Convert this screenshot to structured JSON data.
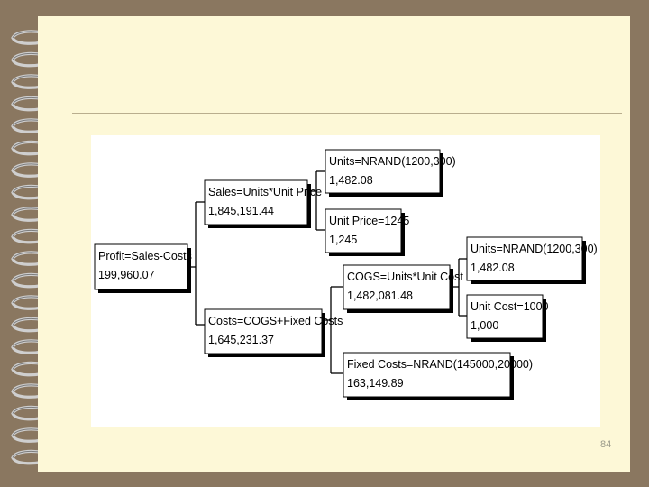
{
  "slide": {
    "page_number": "84"
  },
  "tree": {
    "nodes": [
      {
        "id": "profit",
        "formula": "Profit=Sales-Costs",
        "value": "199,960.07"
      },
      {
        "id": "sales",
        "formula": "Sales=Units*Unit Price",
        "value": "1,845,191.44"
      },
      {
        "id": "costs",
        "formula": "Costs=COGS+Fixed Costs",
        "value": "1,645,231.37"
      },
      {
        "id": "units1",
        "formula": "Units=NRAND(1200,300)",
        "value": "1,482.08"
      },
      {
        "id": "unitprice",
        "formula": "Unit Price=1245",
        "value": "1,245"
      },
      {
        "id": "cogs",
        "formula": "COGS=Units*Unit Cost",
        "value": "1,482,081.48"
      },
      {
        "id": "fixedcosts",
        "formula": "Fixed Costs=NRAND(145000,20000)",
        "value": "163,149.89"
      },
      {
        "id": "units2",
        "formula": "Units=NRAND(1200,300)",
        "value": "1,482.08"
      },
      {
        "id": "unitcost",
        "formula": "Unit Cost=1000",
        "value": "1,000"
      }
    ],
    "edges": [
      [
        "profit",
        "sales"
      ],
      [
        "profit",
        "costs"
      ],
      [
        "sales",
        "units1"
      ],
      [
        "sales",
        "unitprice"
      ],
      [
        "costs",
        "cogs"
      ],
      [
        "costs",
        "fixedcosts"
      ],
      [
        "cogs",
        "units2"
      ],
      [
        "cogs",
        "unitcost"
      ]
    ]
  }
}
